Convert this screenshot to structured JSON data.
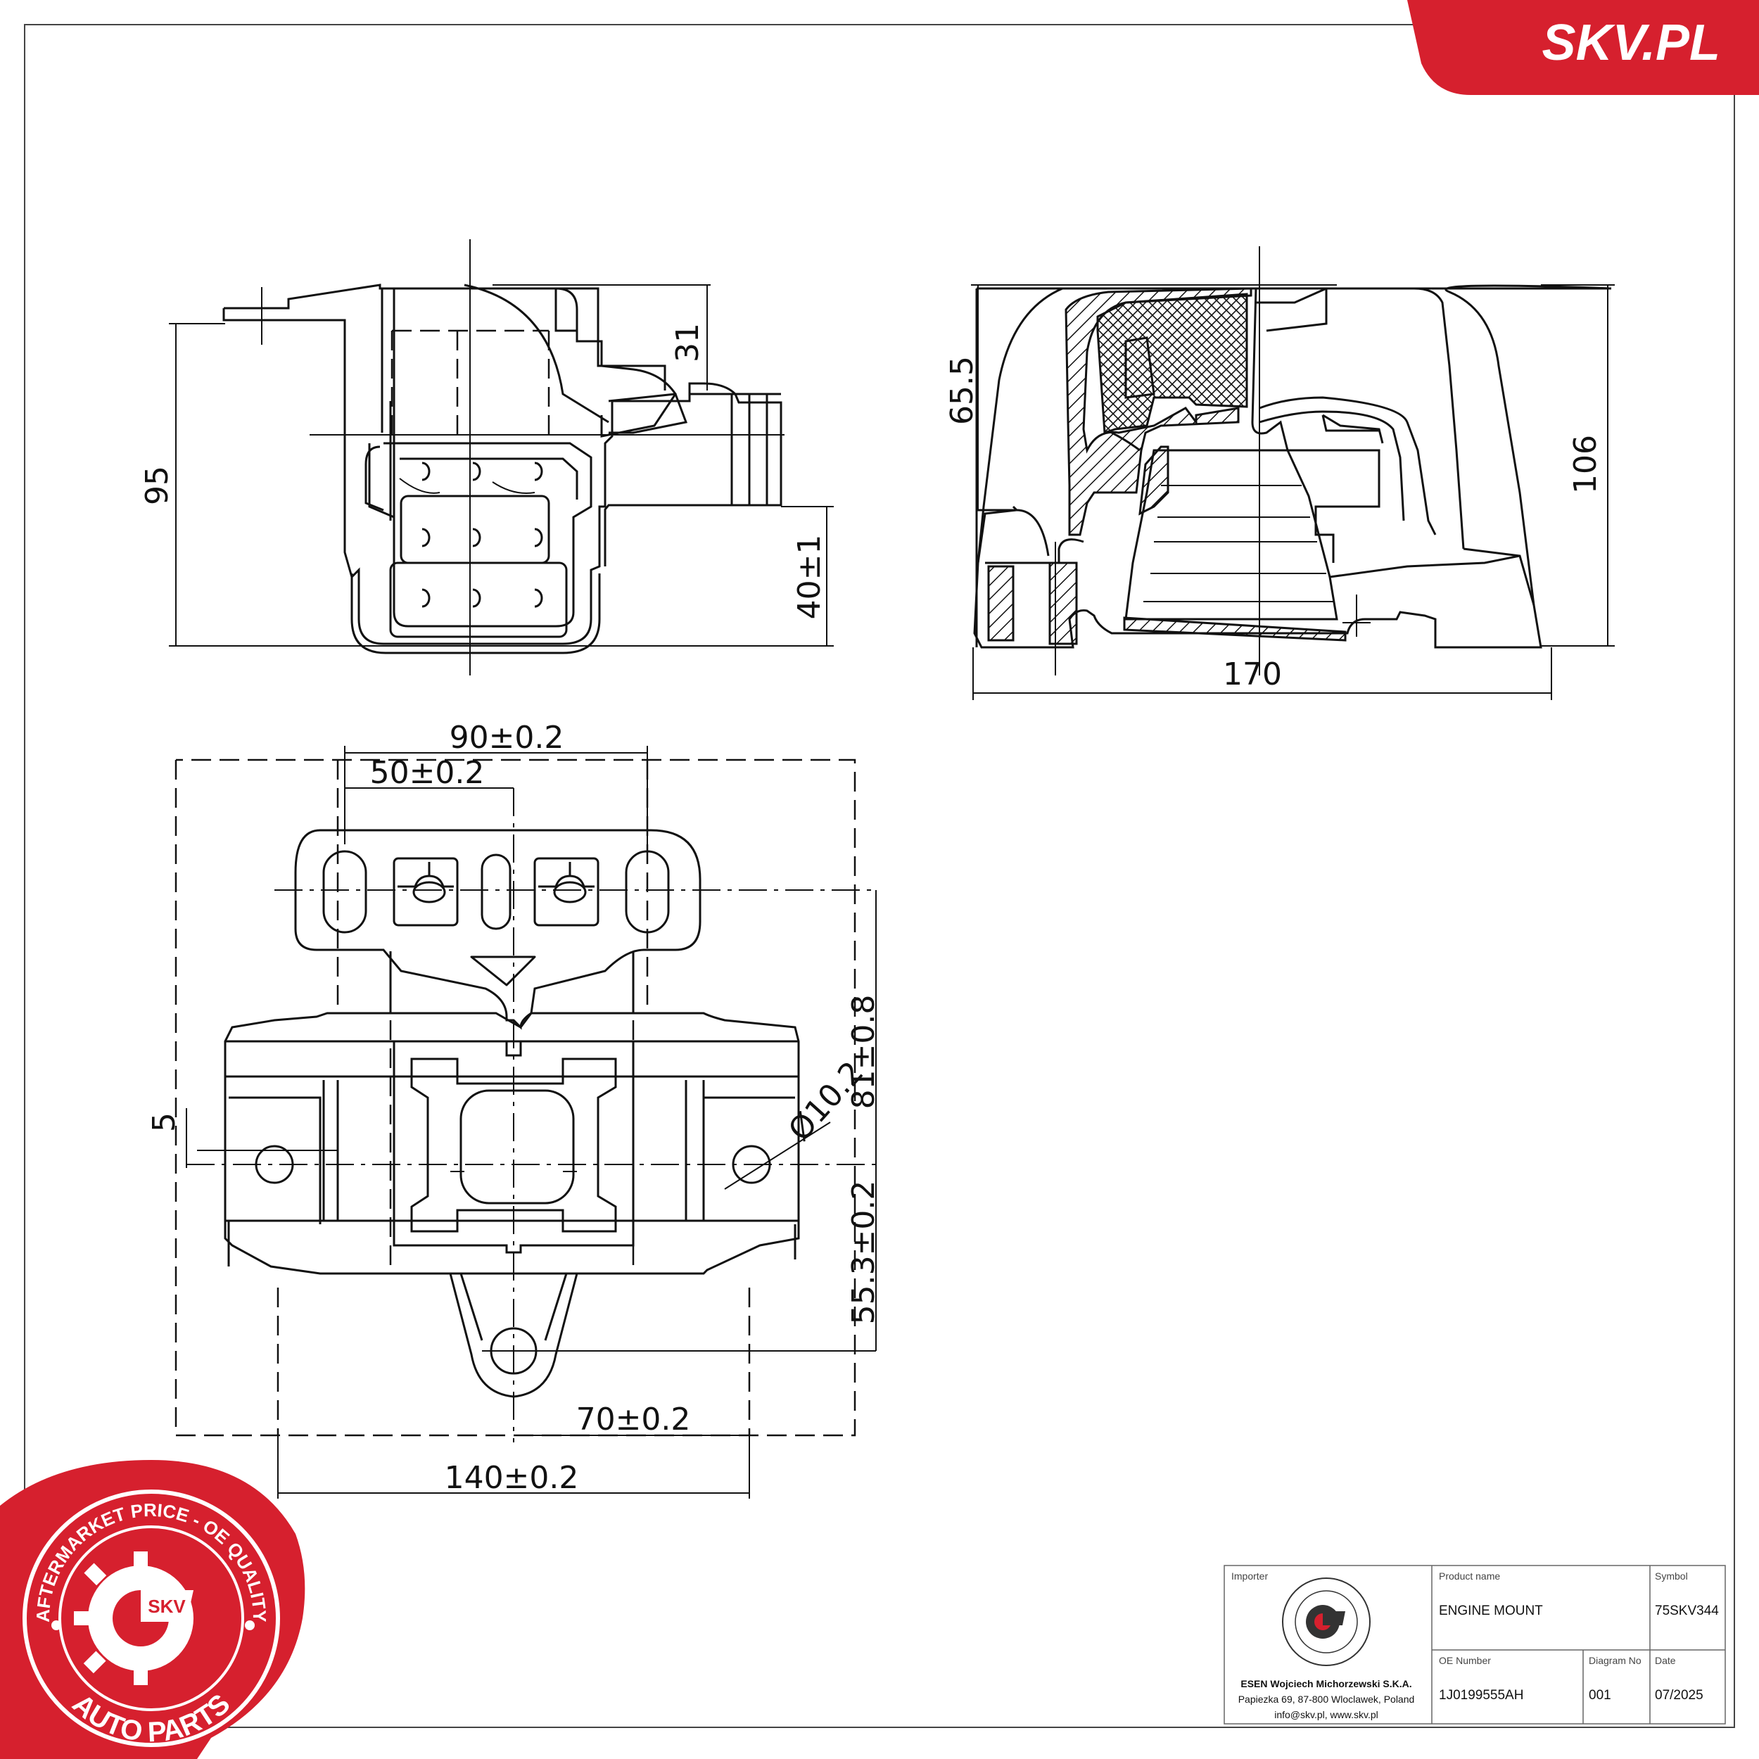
{
  "brand": {
    "name": "SKV.PL",
    "color": "#d6202e"
  },
  "seal": {
    "top_text": "AFTERMARKET PRICE - OE QUALITY",
    "bottom_text": "AUTO PARTS",
    "badge": "SKV",
    "color": "#d6202e"
  },
  "views": {
    "side_view": {
      "dimensions": {
        "height_total": "95",
        "height_top": "31",
        "height_bottom": "40±1"
      }
    },
    "section_view": {
      "dimensions": {
        "height_left": "65.5",
        "height_right": "106",
        "width": "170"
      }
    },
    "top_view": {
      "dimensions": {
        "top_outer": "90±0.2",
        "top_inner": "50±0.2",
        "left_offset": "5",
        "hole_diameter": "Ø10.2",
        "right_upper": "81±0.8",
        "right_lower": "55.3±0.2",
        "bottom_inner": "70±0.2",
        "bottom_outer": "140±0.2"
      }
    }
  },
  "title_block": {
    "importer_label": "Importer",
    "importer_name": "ESEN Wojciech Michorzewski S.K.A.",
    "importer_address": "Papiezka 69, 87-800 Wloclawek, Poland",
    "importer_contact": "info@skv.pl, www.skv.pl",
    "product_name_label": "Product name",
    "product_name": "ENGINE MOUNT",
    "symbol_label": "Symbol",
    "symbol": "75SKV344",
    "oe_number_label": "OE Number",
    "oe_number": "1J0199555AH",
    "diagram_no_label": "Diagram No",
    "diagram_no": "001",
    "date_label": "Date",
    "date": "07/2025"
  }
}
